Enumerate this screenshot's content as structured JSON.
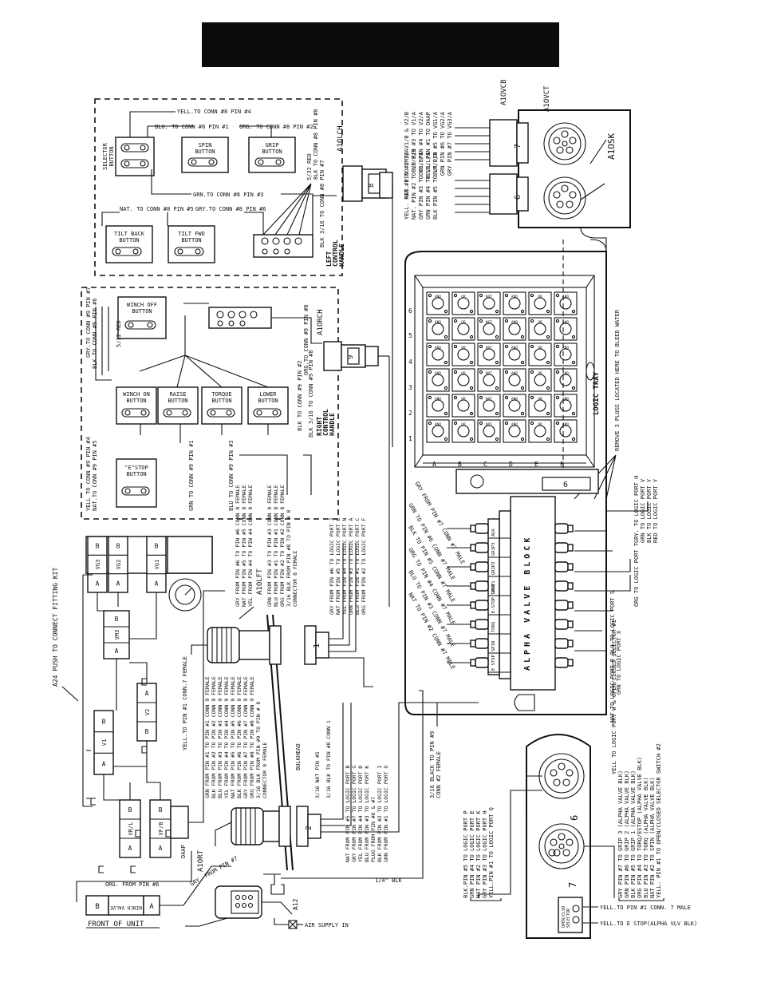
{
  "left_handle": {
    "title": [
      "LEFT",
      "CONTROL",
      "HANDLE"
    ],
    "label_a1olch": "A1OLCH",
    "conn_no": "8",
    "buttons": {
      "selector": [
        "SELECTOR",
        "BUTTON"
      ],
      "spin": [
        "SPIN",
        "BUTTON"
      ],
      "grip": [
        "GRIP",
        "BUTTON"
      ],
      "tilt_back": [
        "TILT BACK",
        "BUTTON"
      ],
      "tilt_fwd": [
        "TILT FWD",
        "BUTTON"
      ]
    },
    "wires": {
      "yell": "YELL.TO CONN #8 PIN #4",
      "blu": "BLU. TO CONN #8 PIN #1",
      "org": "ORG. TO CONN #8 PIN #2",
      "grn": "GRN.TO CONN #8 PIN #3",
      "nat": "NAT. TO CONN #8 PIN #5",
      "gry": "GRY.TO CONN #8 PIN #6",
      "red": "5/32 RED",
      "blk_to": "BLK TO CONN #8 PIN #8",
      "blk_316": "BLK 3/16 TO CONN #8 PIN #7"
    }
  },
  "right_handle": {
    "title": [
      "RIGHT",
      "CONTROL",
      "HANDLE"
    ],
    "label_a1orch": "A1ORCH",
    "conn_no": "9",
    "buttons": {
      "winch_off": [
        "WINCH OFF",
        "BUTTON"
      ],
      "winch_on": [
        "WINCH ON",
        "BUTTON"
      ],
      "raise": [
        "RAISE",
        "BUTTON"
      ],
      "torque": [
        "TORQUE",
        "BUTTON"
      ],
      "lower": [
        "LOWER",
        "BUTTON"
      ],
      "estop": [
        "\"E\"STOP",
        "BUTTON"
      ]
    },
    "wires": {
      "yell": "YELL TO CONN #9 PIN #4",
      "nat": "NAT.TO CONN #9 PIN #5",
      "gry": "GRY.TO CONN #9 PIN #7",
      "blk_pin6": "BLK.TO CONN #9 PIN #6",
      "red": "5/32 RED",
      "grn": "GRN TO CONN #9 PIN #1",
      "blu": "BLU TO CONN #9 PIN #3",
      "org_pin8": "ORG.TO CONN #9 PIN #8",
      "blk_pin2": "BLK TO CONN #9 PIN #2",
      "blk_316": "BLK 3/16 TO CONN #9 PIN #8"
    }
  },
  "top_connectors": {
    "a1ovcb": "A1OVCB",
    "a1ovct": "A1OVCT",
    "a1osk": "A1OSK",
    "num7": "7",
    "num6": "6",
    "pins7": [
      "NAT. PIN #2 TO V1/B & V2/B",
      "BLU PIN #3 TO V1/A",
      "ORG. PIN #4 TO V2/A",
      "YELL. PIN #1 TO DAAP",
      "BLK PIN #5 TO VG1/A",
      "GRN PIN #6 TO VG2/A",
      "GRY PIN #7 TO VG3/A"
    ],
    "pins6": [
      "YELL. PIN #1 TO VM3/A",
      "NAT. PIN #2 TO VF/B/B",
      "GRY PIN #3 TO VF/B/A",
      "GRN PIN #4 TO VR/L/A",
      "BLK PIN #5 TO VR/L/B"
    ]
  },
  "logic_tray": {
    "label": "LOGIC TRAY",
    "cols": [
      "A",
      "B",
      "C",
      "D",
      "E",
      "F"
    ],
    "rows": [
      "1",
      "2",
      "3",
      "4",
      "5",
      "6"
    ],
    "cell_labels": [
      "AND",
      "OR",
      "NOT",
      "AND",
      "OR",
      "AND"
    ],
    "remove_note": "REMOVE 3 PLUGS LOCATED HERE TO BLEED WATER",
    "ports": [
      "GRY. TO LOGIC PORT H",
      "GRN TO LOGIC PORT V",
      "BLK TO LOGIC PORT Y",
      "RED TO LOGIC PORT Y"
    ]
  },
  "alpha_block": {
    "label": "ALPHA VALVE BLOCK",
    "sections": [
      "AUX",
      "GRIP3",
      "GRIP2",
      "GRIP1",
      "E-STOP TORQ",
      "TORQ",
      "SPIN",
      "E STOP"
    ],
    "num6": "6",
    "left_wires": [
      "GRY FROM PIN #7 CONN #7 MALE",
      "GRN TO PIN #6 CONN #7 MALE",
      "BLK TO PIN #5 CONN #7 MALE",
      "ORG TO PIN #4 CONN #7 MALE",
      "BLU TO PIN #3 CONN #7 MALE",
      "NAT TO PIN #2 CONN #7 MALE"
    ],
    "right_wires": [
      "ORG TO LOGIC PORT T",
      "BLU TO LOGIC PORT S",
      "GRN TO LOGIC PORT X",
      "NAT TO LOGIC PORT R",
      "YELL TO LOGIC PORT W & OPEN/CLOSED SELECTOR #1"
    ]
  },
  "a1olft": {
    "label": "A1OLFT",
    "conn_no": "1",
    "wires_left": [
      "GRY FROM PIN #6 TO PIN #6 CONN 8 FEMALE",
      "NAT FROM PIN #5 TO PIN #5 CONN 8 FEMALE",
      "YEL FROM PIN #4 TO PIN #4 CONN 8 FEMALE",
      "GRN FROM PIN #3 TO PIN #3 CONN 8 FEMALE",
      "BLU FROM PIN #1 TO PIN #1 CONN 8 FEMALE",
      "ORG FROM PIN #2 TO PIN #2 CONN 8 FEMALE",
      "3/16 BLK FROM PIN #8 TO PIN # 8",
      "CONNECTOR 8 FEMALE"
    ],
    "wires_right": [
      "GRY FROM PIN #6 TO LOGIC PORT J",
      "NAT FROM PIN #5 TO LOGIC PORT L",
      "YEL FROM PIN #4 TO LOGIC PORT N",
      "GRN FROM PIN #3 TO LOGIC PORT A",
      "BLU FROM PIN #1 TO LOGIC PORT C",
      "ORG FROM PIN #2 TO LOGIC PORT F"
    ]
  },
  "a1ort": {
    "label": "A1ORT",
    "conn_no": "2",
    "wires_left": [
      "GRN FROM PIN #1 TO PIN #1 CONN 9 FEMALE",
      "BLK FROM PIN #2 TO PIN #2 CONN 9 FEMALE",
      "BLU FROM PIN #3 TO PIN #3 CONN 9 FEMALE",
      "YEL FROM PIN #4 TO PIN #4 CONN 9 FEMALE",
      "NAT FROM PIN #5 TO PIN #5 CONN 9 FEMALE",
      "BLK FROM PIN #6 TO PIN #6 CONN 9 FEMALE",
      "GRY FROM PIN #7 TO PIN #7 CONN 9 FEMALE",
      "ORG FROM PIN #8 TO PIN #8 CONN 9 FEMALE",
      "3/16 BLK FROM PIN #9 TO PIN # 8",
      "CONNECTOR 9 FEMALE"
    ],
    "wires_right": [
      "3/16 BLK TO PIN #8 CONN 1",
      "3/16 NAT PIN #5",
      "NAT FROM PIN #5 TO LOGIC PORT B",
      "GRY FROM PIN #7 TO LOGIC PORT G",
      "YEL FROM PIN #4 TO LOGIC PORT D",
      "BLU FROM PIN #3 TO LOGIC PORT K",
      "PLUG FROM PIN #6 & #7",
      "BLK FROM PIN #2 TO LOGIC PORT I",
      "GRN FROM PIN #1 TO LOGIC PORT O"
    ]
  },
  "pneumatic": {
    "kit_note": "A24 PUSH TO CONNECT FITTING KIT",
    "valves": [
      "VG3",
      "VG2",
      "VG1",
      "VM3",
      "V2",
      "V1",
      "VR/L",
      "VF/B",
      "DAAP"
    ],
    "letters": [
      "A",
      "B"
    ],
    "yell_note": "YELL.TO PIN #1 CONN.7 FEMALE",
    "bulkhead": "BULKHEAD",
    "winch_valve": "WINCH VALVE",
    "front": "FRONT OF UNIT",
    "org_from": "ORG. FROM PIN #6",
    "gry_from": "GRY. FROM PIN #7",
    "a12": "A12",
    "air": "AIR SUPPLY IN",
    "blk_quarter": "1/4\" BLK"
  },
  "bottom": {
    "num6": "6",
    "num7": "7",
    "black_note": [
      "3/16 BLACK TO PIN #9",
      "CONN #2 FEMALE"
    ],
    "pins6": [
      "BLK.PIN #5 TO LOGIC PORT P",
      "GRN PIN #4 TO LOGIC PORT E",
      "NAT PIN #2 TO LOGIC PORT K",
      "GRY PIN #3 TO LOGIC PORT H",
      "YELL.PIN #1 TO LOGIC PORT Q"
    ],
    "pins7": [
      "GRY PIN #7 TO GRIP 3 (ALPHA VALVE BLK)",
      "GRN PIN #6 TO GRIP 2 (ALPHA VALVE BLK)",
      "BLK PIN #5 TO GRIP 1 (ALPHA VALVE BLK)",
      "ORG PIN #4 TO TORQ/ESTOP (ALPHA VALVE BLK)",
      "BLU PIN #3 TO TORQ (ALPHA VALVE BLK)",
      "NAT PIN #2 TO SPIN (ALPHA VALVE BLK)",
      "YELL. PIN #1 TO OPEN/CLOSED SELECTOR SWITCH #2"
    ],
    "selector": [
      "OPEN/CLSD",
      "SELECTOR"
    ],
    "yell_conn7": "YELL.TO PIN #1 CONN. 7 MALE",
    "yell_estop": "YELL.TO E STOP(ALPHA VLV BLK)"
  }
}
